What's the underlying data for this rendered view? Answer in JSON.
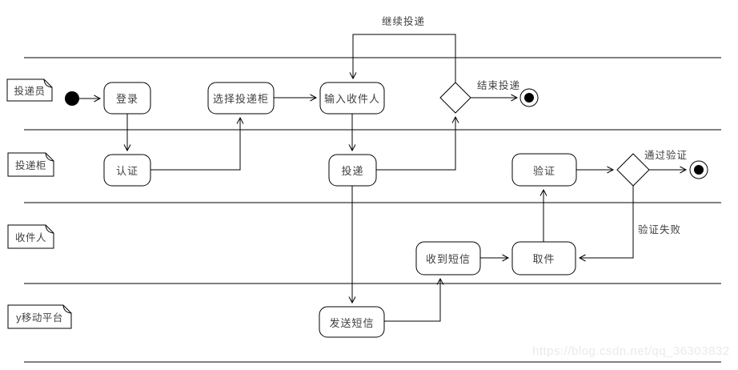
{
  "diagram": {
    "type": "uml-activity-swimlane",
    "colors": {
      "stroke": "#000000",
      "text": "#3f3f3f",
      "background": "#ffffff",
      "watermark": "#eaeaea",
      "start_node_fill": "#000000",
      "end_node_fill": "#000000"
    },
    "lanes": [
      {
        "label": "投递员"
      },
      {
        "label": "投递柜"
      },
      {
        "label": "收件人"
      },
      {
        "label": "y移动平台"
      }
    ],
    "activities": [
      {
        "id": "login",
        "label": "登录"
      },
      {
        "id": "select-cabinet",
        "label": "选择投递柜"
      },
      {
        "id": "input-recipient",
        "label": "输入收件人"
      },
      {
        "id": "authenticate",
        "label": "认证"
      },
      {
        "id": "deliver",
        "label": "投递"
      },
      {
        "id": "verify",
        "label": "验证"
      },
      {
        "id": "receive-sms",
        "label": "收到短信"
      },
      {
        "id": "pickup",
        "label": "取件"
      },
      {
        "id": "send-sms",
        "label": "发送短信"
      }
    ],
    "edge_labels": [
      {
        "id": "continue-delivery",
        "label": "继续投递"
      },
      {
        "id": "end-delivery",
        "label": "结束投递"
      },
      {
        "id": "verify-pass",
        "label": "通过验证"
      },
      {
        "id": "verify-fail",
        "label": "验证失败"
      }
    ],
    "watermark": "https://blog.csdn.net/qq_36303832"
  }
}
